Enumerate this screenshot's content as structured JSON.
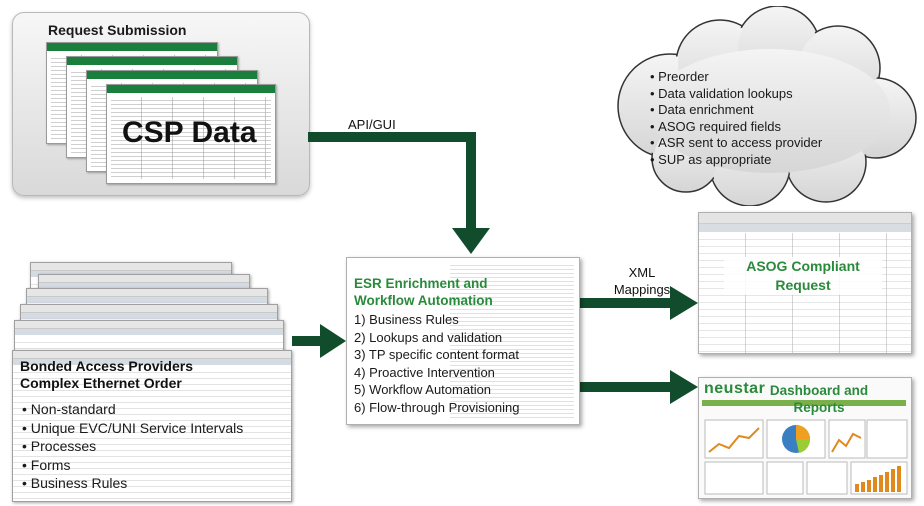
{
  "request_panel": {
    "title": "Request Submission",
    "main_label": "CSP Data"
  },
  "arrows": {
    "api_label": "API/GUI",
    "xml_label_line1": "XML",
    "xml_label_line2": "Mappings"
  },
  "cloud": {
    "items": [
      "Preorder",
      "Data validation lookups",
      "Data enrichment",
      "ASOG required fields",
      "ASR sent to access provider",
      "SUP as appropriate"
    ]
  },
  "esr": {
    "title_line1": "ESR Enrichment and",
    "title_line2": "Workflow Automation",
    "steps": [
      "1) Business Rules",
      "2) Lookups and validation",
      "3) TP specific content format",
      "4) Proactive Intervention",
      "5) Workflow Automation",
      "6) Flow-through Provisioning"
    ]
  },
  "asog": {
    "title_line1": "ASOG Compliant",
    "title_line2": "Request"
  },
  "dashboard": {
    "brand": "neustar",
    "title_line1": "Dashboard and",
    "title_line2": "Reports"
  },
  "bonded": {
    "title_line1": "Bonded Access Providers",
    "title_line2": "Complex Ethernet Order",
    "items": [
      "Non-standard",
      "Unique EVC/UNI Service Intervals",
      "Processes",
      "Forms",
      "Business Rules"
    ]
  },
  "colors": {
    "arrow": "#114d2c",
    "accent_green": "#2a8a3c"
  }
}
